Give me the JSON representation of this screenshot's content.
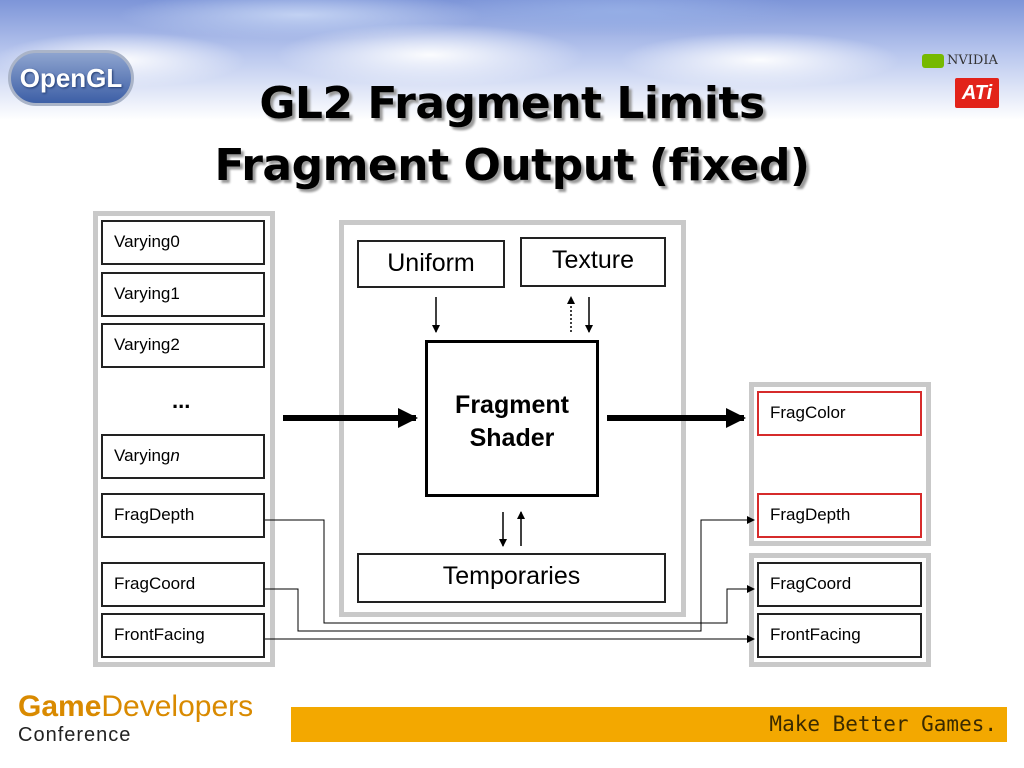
{
  "title": {
    "line1": "GL2 Fragment Limits",
    "line2": "Fragment Output (fixed)"
  },
  "logos": {
    "opengl": "OpenGL",
    "nvidia": "NVIDIA",
    "ati": "ATi"
  },
  "inputs": {
    "varying0": "Varying0",
    "varying1": "Varying1",
    "varying2": "Varying2",
    "ellipsis": "...",
    "varying_n_prefix": "Varying",
    "varying_n_suffix": "n",
    "fragdepth": "FragDepth",
    "fragcoord": "FragCoord",
    "frontfacing": "FrontFacing"
  },
  "shader_panel": {
    "uniform": "Uniform",
    "texture": "Texture",
    "shader_line1": "Fragment",
    "shader_line2": "Shader",
    "temporaries": "Temporaries"
  },
  "outputs": {
    "fragcolor": "FragColor",
    "fragdepth": "FragDepth",
    "fragcoord": "FragCoord",
    "frontfacing": "FrontFacing"
  },
  "footer": {
    "gdc_game": "Game",
    "gdc_developers": "Developers",
    "gdc_conference": "Conference",
    "tagline": "Make Better Games."
  },
  "colors": {
    "accent": "#f3a800",
    "output_border": "#d62b2b",
    "panel_border": "#c9c9c9"
  }
}
